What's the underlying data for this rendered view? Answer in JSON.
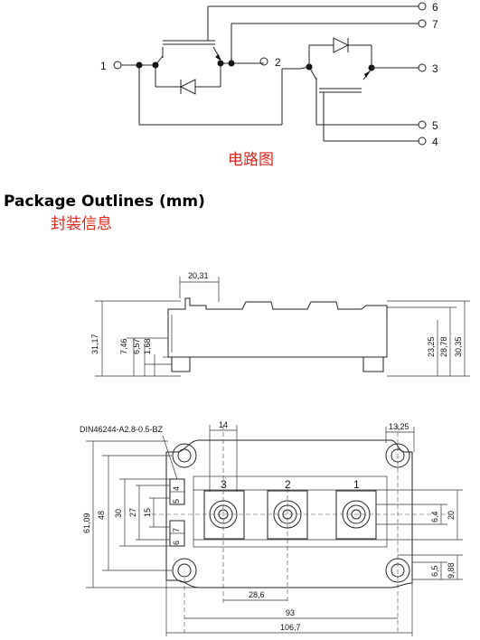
{
  "circuit": {
    "pins": {
      "p1": "1",
      "p2": "2",
      "p3": "3",
      "p4": "4",
      "p5": "5",
      "p6": "6",
      "p7": "7"
    },
    "label_cn": "电路图"
  },
  "outlines": {
    "title": "Package Outlines (mm)",
    "title_cn": "封装信息"
  },
  "side_view": {
    "dims": {
      "width_top": "20,31",
      "h_total": "31,17",
      "d1": "7,46",
      "d2": "6,57",
      "d3": "1,68",
      "r1": "23,25",
      "r2": "28,78",
      "r3": "30,35"
    }
  },
  "top_view": {
    "connector_note": "DIN46244-A2.8-0.5-BZ",
    "terminals": {
      "t3": "3",
      "t2": "2",
      "t1": "1"
    },
    "aux_pins": {
      "a5": "5",
      "a4": "4",
      "a6": "6",
      "a7": "7"
    },
    "dims": {
      "w14": "14",
      "w1325": "13,25",
      "h6109": "61,09",
      "h48": "48",
      "h30": "30",
      "h27": "27",
      "h15": "15",
      "r64": "6,4",
      "r20": "20",
      "r65": "6,5",
      "r988": "9,88",
      "b286": "28,6",
      "b93": "93",
      "b1067": "106,7"
    }
  }
}
